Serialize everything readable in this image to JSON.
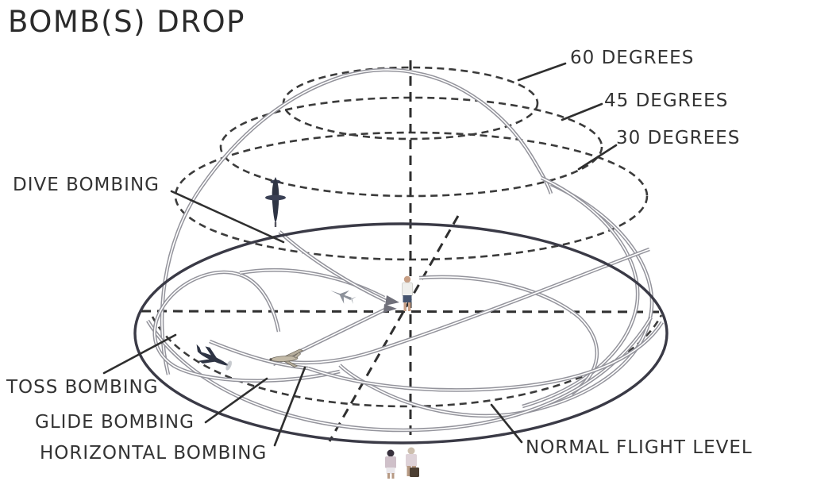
{
  "title": "BOMB(S) DROP",
  "labels": {
    "deg60": "60 DEGREES",
    "deg45": "45 DEGREES",
    "deg30": "30 DEGREES",
    "dive": "DIVE BOMBING",
    "toss": "TOSS BOMBING",
    "glide": "GLIDE BOMBING",
    "horizontal": "HORIZONTAL BOMBING",
    "normal": "NORMAL FLIGHT LEVEL"
  },
  "colors": {
    "ink": "#2f2f2f",
    "dashed_line": "#3b3b3b",
    "base_ellipse": "#3a3a46",
    "flight_path": "#94949c",
    "background": "#ffffff"
  },
  "sprites": {
    "dive_aircraft": "dive-bomber-aircraft-icon",
    "toss_aircraft": "toss-bomber-aircraft-icon",
    "glide_aircraft": "glide-bomber-aircraft-icon",
    "released_bomb": "released-bomb-icon",
    "target_person": "target-person-figure",
    "observers": "observer-people-figures"
  }
}
